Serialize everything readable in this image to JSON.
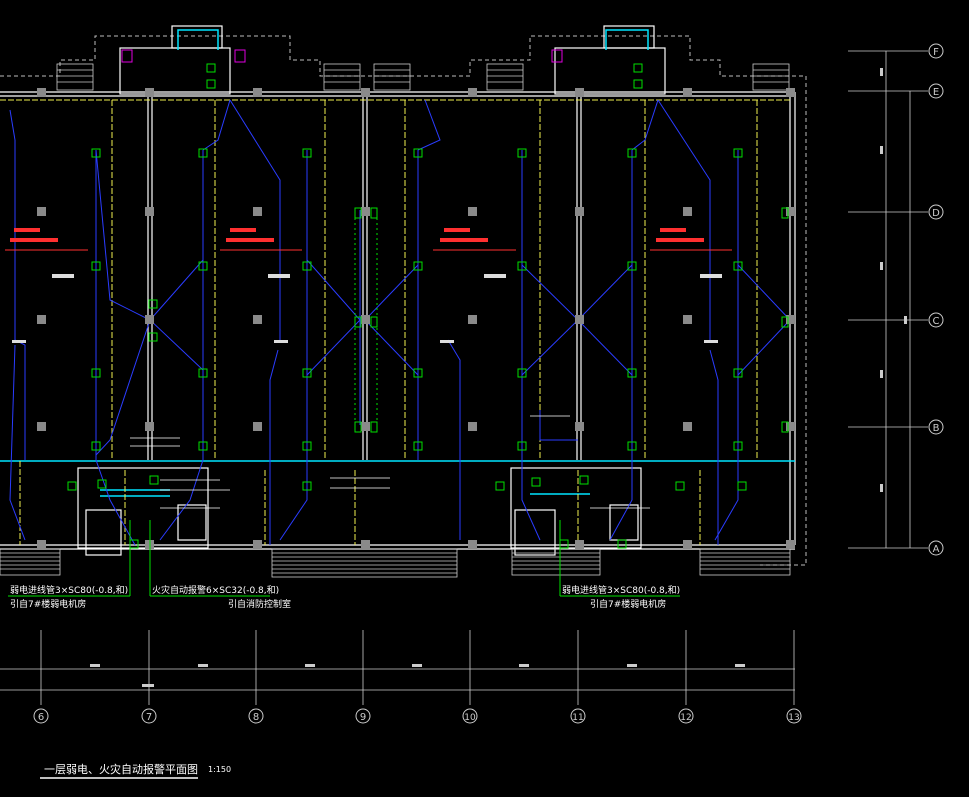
{
  "drawing": {
    "title": "一层弱电、火灾自动报警平面图",
    "scale": "1:150"
  },
  "axes": {
    "columns": [
      "6",
      "7",
      "8",
      "9",
      "10",
      "11",
      "12",
      "13"
    ],
    "rows": [
      "F",
      "E",
      "D",
      "C",
      "B",
      "A"
    ]
  },
  "cable_notes": [
    {
      "line1": "弱电进线管3×SC80(-0.8,和)",
      "line2": "引自7#楼弱电机房"
    },
    {
      "line1": "火灾自动报警6×SC32(-0.8,和)",
      "line2": "引自消防控制室"
    },
    {
      "line1": "弱电进线管3×SC80(-0.8,和)",
      "line2": "引自7#楼弱电机房"
    }
  ],
  "colors": {
    "background": "#000000",
    "wall": "#ffffff",
    "column": "#8a8a8a",
    "wiring": "#2a3cff",
    "device": "#00e000",
    "cyan": "#00e5ff",
    "yellow": "#f0f050",
    "red": "#ff3030",
    "magenta": "#e000e0"
  },
  "icons": {
    "smoke_detector": "square-S-icon",
    "manual_alarm": "square-Y-icon",
    "speaker": "bracket-D-icon",
    "axis_bubble": "circle-label-icon"
  }
}
